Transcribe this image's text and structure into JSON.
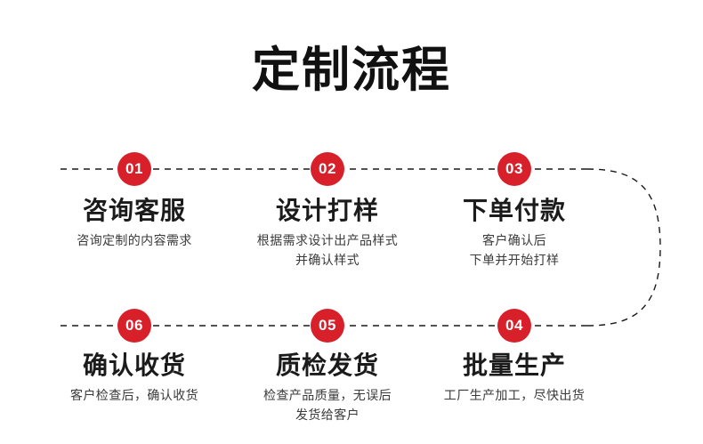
{
  "header": {
    "title": "定制流程"
  },
  "colors": {
    "badge_red": "#d8202a",
    "title_text": "#111111",
    "step_title_text": "#1b1b1b",
    "step_desc_text": "#3a3a3a",
    "connector_dash": "#1a1a1a",
    "background": "#ffffff"
  },
  "flow": {
    "connector": {
      "style": "dashed",
      "shape": "horizontal-top-row, right-side-loop, horizontal-bottom-row"
    },
    "steps": [
      {
        "number": "01",
        "title": "咨询客服",
        "desc_lines": [
          "咨询定制的内容需求"
        ],
        "row": "top",
        "column": 1
      },
      {
        "number": "02",
        "title": "设计打样",
        "desc_lines": [
          "根据需求设计出产品样式",
          "并确认样式"
        ],
        "row": "top",
        "column": 2
      },
      {
        "number": "03",
        "title": "下单付款",
        "desc_lines": [
          "客户确认后",
          "下单并开始打样"
        ],
        "row": "top",
        "column": 3
      },
      {
        "number": "04",
        "title": "批量生产",
        "desc_lines": [
          "工厂生产加工，尽快出货"
        ],
        "row": "bottom",
        "column": 3
      },
      {
        "number": "05",
        "title": "质检发货",
        "desc_lines": [
          "检查产品质量，无误后",
          "发货给客户"
        ],
        "row": "bottom",
        "column": 2
      },
      {
        "number": "06",
        "title": "确认收货",
        "desc_lines": [
          "客户检查后，确认收货"
        ],
        "row": "bottom",
        "column": 1
      }
    ]
  }
}
